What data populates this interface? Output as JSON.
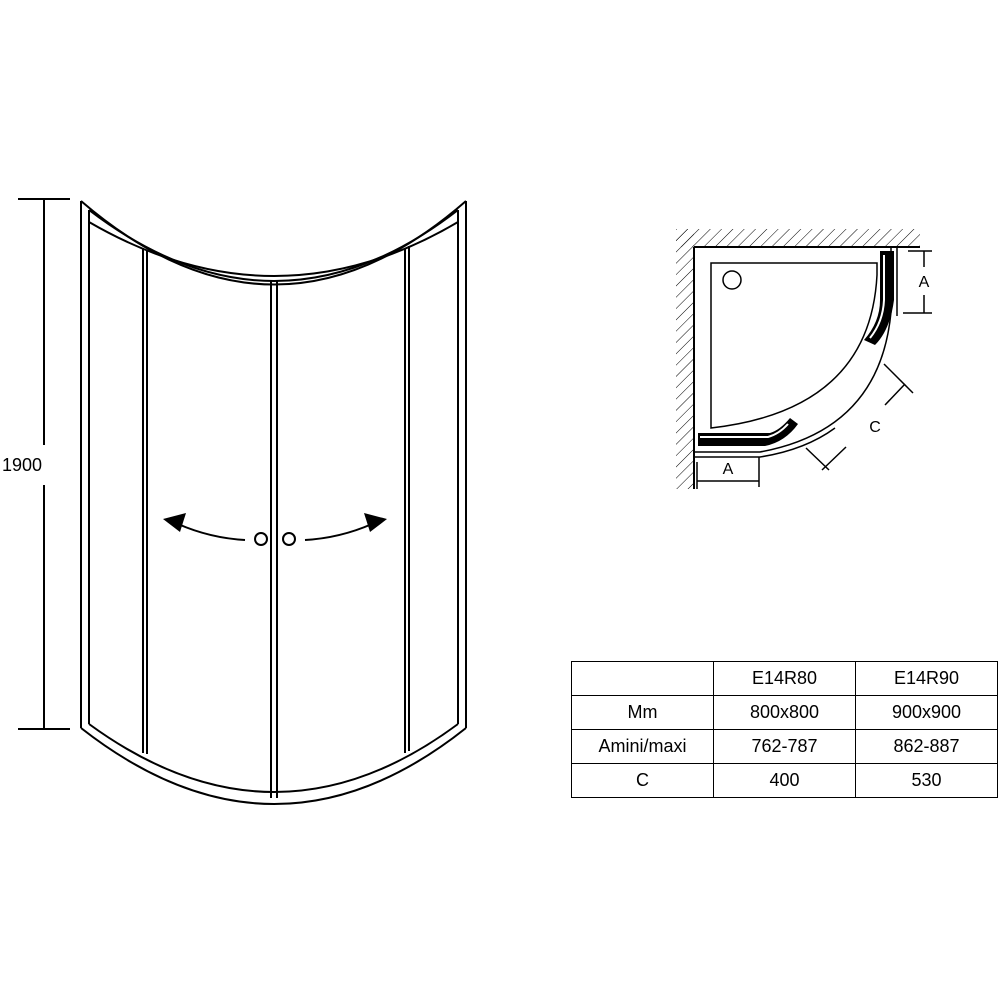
{
  "front_view": {
    "height_label": "1900"
  },
  "plan_view": {
    "label_a_side": "A",
    "label_a_bottom": "A",
    "label_c": "C"
  },
  "spec_table": {
    "header": [
      "",
      "E14R80",
      "E14R90"
    ],
    "rows": [
      [
        "Mm",
        "800x800",
        "900x900"
      ],
      [
        "Amini/maxi",
        "762-787",
        "862-887"
      ],
      [
        "C",
        "400",
        "530"
      ]
    ]
  }
}
